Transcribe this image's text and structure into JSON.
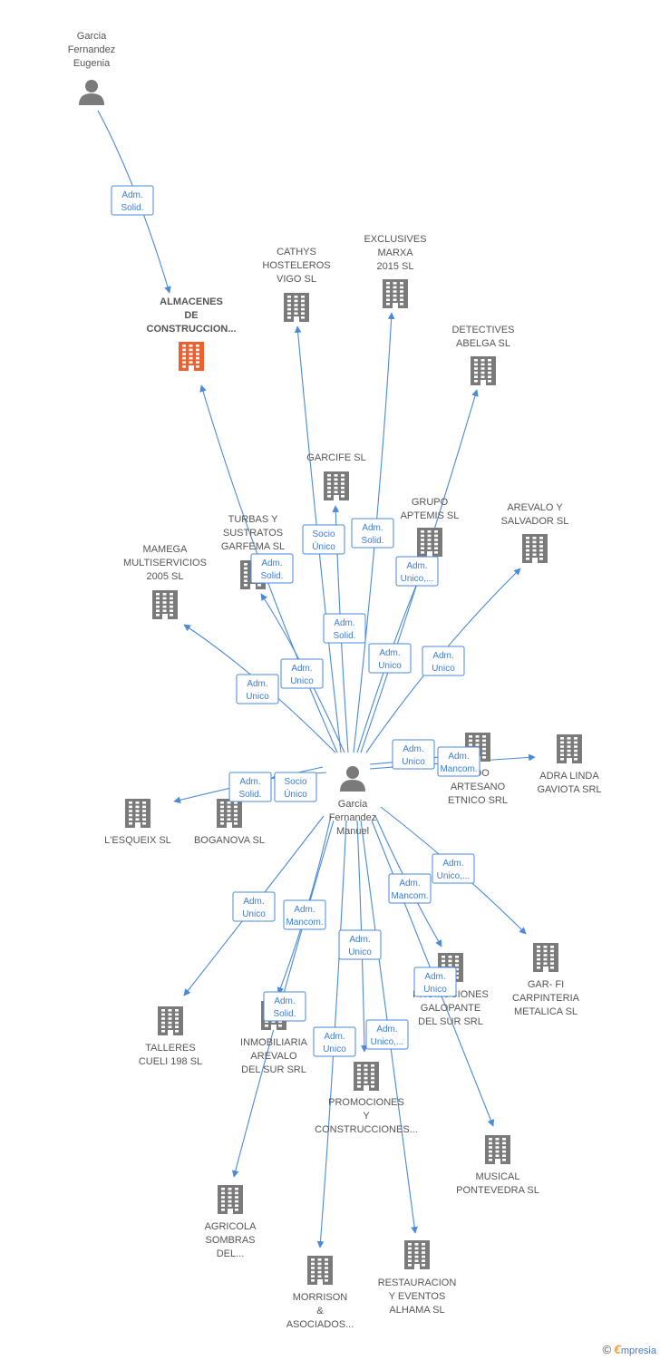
{
  "colors": {
    "edge": "#4a8ad8",
    "node": "#7a7a7a",
    "highlight": "#f0602e",
    "label": "#555555",
    "edge_text": "#3b7dd8"
  },
  "nodes": [
    {
      "id": "gfe",
      "type": "person",
      "lines": [
        "Garcia",
        "Fernandez",
        "Eugenia"
      ]
    },
    {
      "id": "gfm",
      "type": "person",
      "lines": [
        "Garcia",
        "Fernandez",
        "Manuel"
      ]
    },
    {
      "id": "alm",
      "type": "company",
      "highlight": true,
      "lines": [
        "ALMACENES",
        "DE",
        "CONSTRUCCION..."
      ]
    },
    {
      "id": "cat",
      "type": "company",
      "lines": [
        "CATHYS",
        "HOSTELEROS",
        "VIGO  SL"
      ]
    },
    {
      "id": "exc",
      "type": "company",
      "lines": [
        "EXCLUSIVES",
        "MARXA",
        "2015  SL"
      ]
    },
    {
      "id": "det",
      "type": "company",
      "lines": [
        "DETECTIVES",
        "ABELGA  SL"
      ]
    },
    {
      "id": "gar",
      "type": "company",
      "lines": [
        "GARCIFE  SL"
      ]
    },
    {
      "id": "gru",
      "type": "company",
      "lines": [
        "GRUPO",
        "APTEMIS  SL"
      ]
    },
    {
      "id": "tur",
      "type": "company",
      "lines": [
        "TURBAS Y",
        "SUSTRATOS",
        "GARFEMA  SL"
      ]
    },
    {
      "id": "are",
      "type": "company",
      "lines": [
        "AREVALO Y",
        "SALVADOR  SL"
      ]
    },
    {
      "id": "mam",
      "type": "company",
      "lines": [
        "MAMEGA",
        "MULTISERVICIOS",
        "2005  SL"
      ]
    },
    {
      "id": "mun",
      "type": "company",
      "lines": [
        "...DO",
        "ARTESANO",
        "ETNICO SRL"
      ]
    },
    {
      "id": "adr",
      "type": "company",
      "lines": [
        "ADRA LINDA",
        "GAVIOTA SRL"
      ]
    },
    {
      "id": "esq",
      "type": "company",
      "lines": [
        "L'ESQUEIX  SL"
      ]
    },
    {
      "id": "bog",
      "type": "company",
      "lines": [
        "BOGANOVA SL"
      ]
    },
    {
      "id": "garfi",
      "type": "company",
      "lines": [
        "GAR- FI",
        "CARPINTERIA",
        "METALICA SL"
      ]
    },
    {
      "id": "pgal",
      "type": "company",
      "lines": [
        "PROMOCIONES",
        "GALOPANTE",
        "DEL SUR SRL"
      ]
    },
    {
      "id": "tal",
      "type": "company",
      "lines": [
        "TALLERES",
        "CUELI 198  SL"
      ]
    },
    {
      "id": "inm",
      "type": "company",
      "lines": [
        "INMOBILIARIA",
        "AREVALO",
        "DEL SUR SRL"
      ]
    },
    {
      "id": "pyc",
      "type": "company",
      "lines": [
        "PROMOCIONES",
        "Y",
        "CONSTRUCCIONES..."
      ]
    },
    {
      "id": "mus",
      "type": "company",
      "lines": [
        "MUSICAL",
        "PONTEVEDRA SL"
      ]
    },
    {
      "id": "agr",
      "type": "company",
      "lines": [
        "AGRICOLA",
        "SOMBRAS",
        "DEL..."
      ]
    },
    {
      "id": "mor",
      "type": "company",
      "lines": [
        "MORRISON",
        "&",
        "ASOCIADOS..."
      ]
    },
    {
      "id": "res",
      "type": "company",
      "lines": [
        "RESTAURACION",
        "Y EVENTOS",
        "ALHAMA  SL"
      ]
    }
  ],
  "edges": [
    {
      "from": "gfe",
      "to": "alm",
      "lines": [
        "Adm.",
        "Solid."
      ]
    },
    {
      "from": "gfm",
      "to": "alm",
      "lines": [
        "Adm.",
        "Solid."
      ]
    },
    {
      "from": "gfm",
      "to": "cat",
      "lines": [
        "Socio",
        "Único"
      ]
    },
    {
      "from": "gfm",
      "to": "exc",
      "lines": [
        "Adm.",
        "Solid."
      ]
    },
    {
      "from": "gfm",
      "to": "det",
      "lines": [
        "Adm.",
        "Unico"
      ]
    },
    {
      "from": "gfm",
      "to": "gar",
      "lines": [
        "Adm.",
        "Solid."
      ]
    },
    {
      "from": "gfm",
      "to": "gru",
      "lines": [
        "Adm.",
        "Unico,..."
      ]
    },
    {
      "from": "gfm",
      "to": "tur",
      "lines": [
        "Adm.",
        "Unico"
      ]
    },
    {
      "from": "gfm",
      "to": "are",
      "lines": [
        "Adm.",
        "Unico"
      ]
    },
    {
      "from": "gfm",
      "to": "mam",
      "lines": [
        "Adm.",
        "Unico"
      ]
    },
    {
      "from": "gfm",
      "to": "mun",
      "lines": [
        "Adm.",
        "Unico"
      ]
    },
    {
      "from": "gfm",
      "to": "adr",
      "lines": [
        "Adm.",
        "Mancom."
      ]
    },
    {
      "from": "gfm",
      "to": "esq",
      "lines": [
        "Adm.",
        "Solid."
      ]
    },
    {
      "from": "gfm",
      "to": "bog",
      "lines": [
        "Socio",
        "Único"
      ]
    },
    {
      "from": "gfm",
      "to": "garfi",
      "lines": [
        "Adm.",
        "Unico,..."
      ]
    },
    {
      "from": "gfm",
      "to": "pgal",
      "lines": [
        "Adm.",
        "Mancom."
      ]
    },
    {
      "from": "gfm",
      "to": "tal",
      "lines": [
        "Adm.",
        "Unico"
      ]
    },
    {
      "from": "gfm",
      "to": "inm",
      "lines": [
        "Adm.",
        "Mancom."
      ]
    },
    {
      "from": "gfm",
      "to": "agr",
      "lines": [
        "Adm.",
        "Solid."
      ]
    },
    {
      "from": "gfm",
      "to": "mor",
      "lines": [
        "Adm.",
        "Unico"
      ]
    },
    {
      "from": "gfm",
      "to": "pyc",
      "lines": [
        "Adm.",
        "Unico"
      ]
    },
    {
      "from": "gfm",
      "to": "res",
      "lines": [
        "Adm.",
        "Unico,..."
      ]
    },
    {
      "from": "gfm",
      "to": "mus",
      "lines": [
        "Adm.",
        "Unico"
      ]
    }
  ],
  "brand": {
    "copyright": "©",
    "initial": "€",
    "name": "mpresia"
  }
}
